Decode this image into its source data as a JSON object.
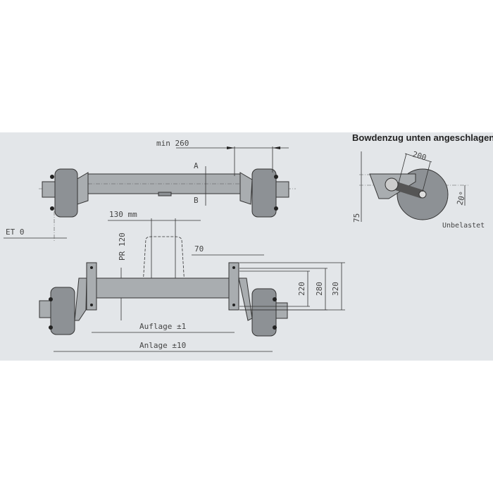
{
  "drawing": {
    "top_view": {
      "min_label": "min 260",
      "section_a": "A",
      "section_b": "B",
      "et_label": "ET 0"
    },
    "bottom_view": {
      "width_label": "130 mm",
      "pr_label": "PR 120",
      "offset_label": "70",
      "h1": "220",
      "h2": "280",
      "h3": "320",
      "auflage": "Auflage ±1",
      "anlage": "Anlage ±10"
    },
    "detail": {
      "title": "Bowdenzug unten angeschlagen",
      "arm_length": "200",
      "angle": "20°",
      "height": "75",
      "state": "Unbelastet"
    }
  }
}
